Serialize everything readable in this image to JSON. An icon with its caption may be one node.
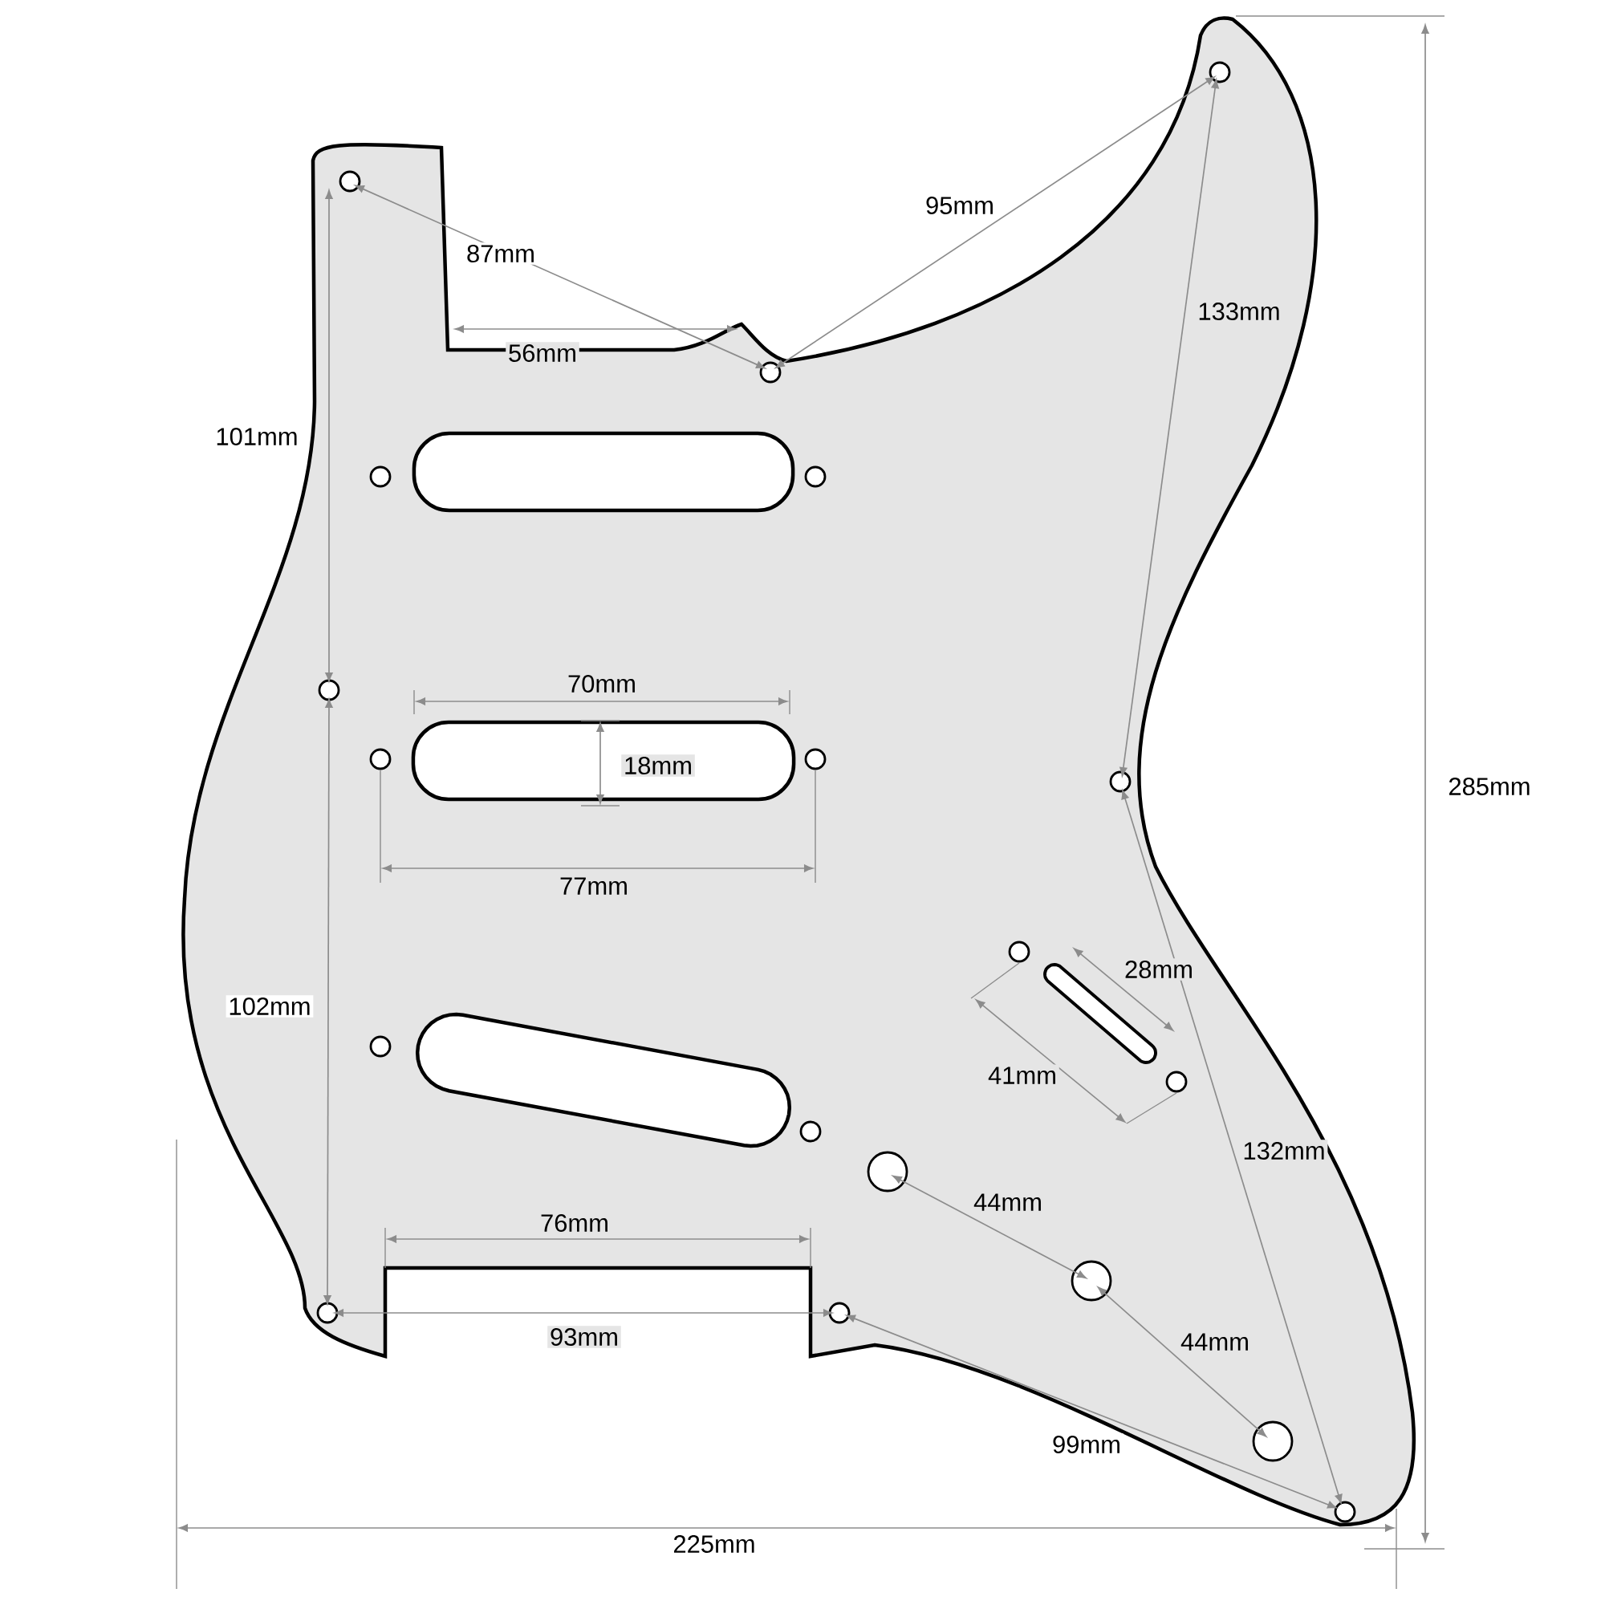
{
  "diagram": {
    "nodes": [
      {
        "text": [],
        "shape": "slot"
      },
      {
        "text": [],
        "shape": "slot"
      },
      {
        "text": [],
        "shape": "slot"
      }
    ],
    "labels": [
      "95mm",
      "87mm",
      "133mm",
      "56mm",
      "101mm",
      "70mm",
      "18mm",
      "285mm",
      "77mm",
      "28mm",
      "102mm",
      "41mm",
      "132mm",
      "44mm",
      "76mm",
      "93mm",
      "44mm",
      "99mm",
      "225mm"
    ]
  }
}
